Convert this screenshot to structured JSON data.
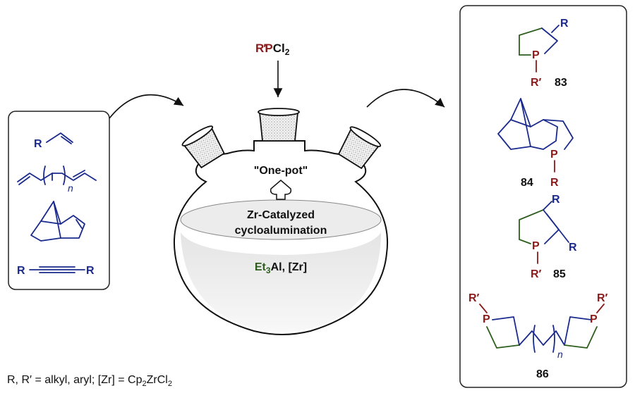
{
  "reagent": {
    "r": "R",
    "prime": "′",
    "p": "P",
    "cl": "Cl",
    "sub2": "2"
  },
  "flask": {
    "one_pot": "\"One-pot\"",
    "line1": "Zr-Catalyzed",
    "line2": "cycloalumination",
    "et": "Et",
    "sub3": "3",
    "al_zr": "Al, [Zr]"
  },
  "substrates": {
    "r": "R",
    "n": "n"
  },
  "products": {
    "r": "R",
    "r_prime": "R′",
    "p": "P",
    "n": "n",
    "labels": [
      "83",
      "84",
      "85",
      "86"
    ]
  },
  "footnote": {
    "part1": "R, R′ = alkyl, aryl; [Zr] = Cp",
    "sub2a": "2",
    "part2": "ZrCl",
    "sub2b": "2"
  },
  "colors": {
    "blue": "#1a2a8c",
    "red": "#8b1a1a",
    "green": "#2e5e1e"
  }
}
